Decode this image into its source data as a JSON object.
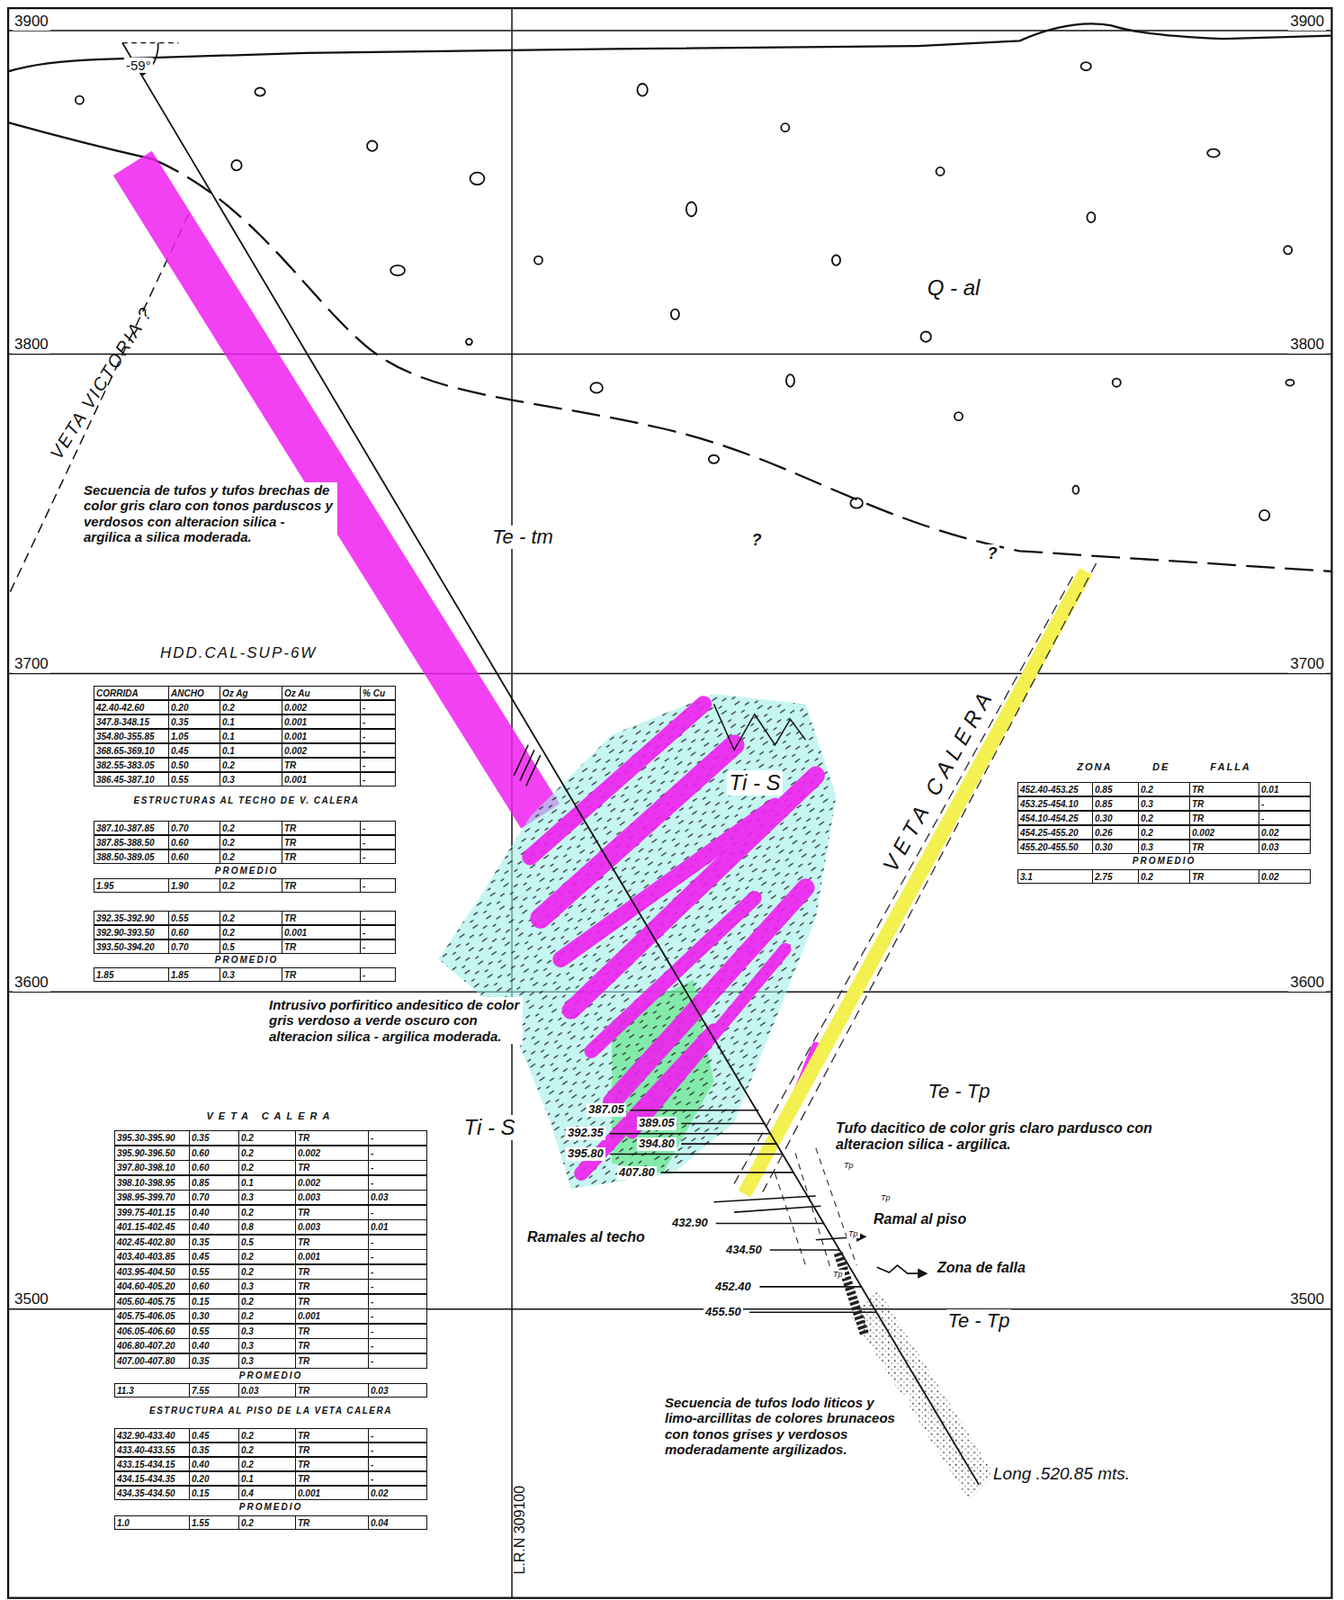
{
  "diagram": {
    "labels": [
      "3900",
      "3900",
      "3800",
      "3800",
      "3700",
      "3700",
      "3600",
      "3600",
      "3500",
      "3500",
      "-59°",
      "VETA VICTORIA ?",
      "Q - al",
      "Te - tm",
      "?",
      "?",
      "Secuencia de tufos y tufos brechas de color gris claro con tonos parduscos y verdosos con alteracion silica - argilica a silica moderada.",
      "HDD.CAL-SUP-6W",
      "CORRIDA",
      "ANCHO",
      "Oz Ag",
      "Oz Au",
      "% Cu",
      "42.40-42.60",
      "0.20",
      "0.2",
      "0.002",
      "-",
      "347.8-348.15",
      "0.35",
      "0.1",
      "0.001",
      "-",
      "354.80-355.85",
      "1.05",
      "0.1",
      "0.001",
      "-",
      "368.65-369.10",
      "0.45",
      "0.1",
      "0.002",
      "-",
      "382.55-383.05",
      "0.50",
      "0.2",
      "TR",
      "-",
      "386.45-387.10",
      "0.55",
      "0.3",
      "0.001",
      "-",
      "ESTRUCTURAS AL TECHO DE V. CALERA",
      "387.10-387.85",
      "0.70",
      "0.2",
      "TR",
      "-",
      "387.85-388.50",
      "0.60",
      "0.2",
      "TR",
      "-",
      "388.50-389.05",
      "0.60",
      "0.2",
      "TR",
      "-",
      "PROMEDIO",
      "1.95",
      "1.90",
      "0.2",
      "TR",
      "-",
      "392.35-392.90",
      "0.55",
      "0.2",
      "TR",
      "-",
      "392.90-393.50",
      "0.60",
      "0.2",
      "0.001",
      "-",
      "393.50-394.20",
      "0.70",
      "0.5",
      "TR",
      "-",
      "PROMEDIO",
      "1.85",
      "1.85",
      "0.3",
      "TR",
      "-",
      "Ti - S",
      "VETA CALERA",
      "ZONA DE FALLA",
      "452.40-453.25",
      "0.85",
      "0.2",
      "TR",
      "0.01",
      "453.25-454.10",
      "0.85",
      "0.3",
      "TR",
      "-",
      "454.10-454.25",
      "0.30",
      "0.2",
      "TR",
      "-",
      "454.25-455.20",
      "0.26",
      "0.2",
      "0.002",
      "0.02",
      "455.20-455.50",
      "0.30",
      "0.3",
      "TR",
      "0.03",
      "PROMEDIO",
      "3.1",
      "2.75",
      "0.2",
      "TR",
      "0.02",
      "Intrusivo porfiritico andesitico de color gris verdoso a verde oscuro con alteracion silica - argilica moderada.",
      "VETA CALERA",
      "395.30-395.90",
      "0.35",
      "0.2",
      "TR",
      "-",
      "395.90-396.50",
      "0.60",
      "0.2",
      "0.002",
      "-",
      "397.80-398.10",
      "0.60",
      "0.2",
      "TR",
      "-",
      "398.10-398.95",
      "0.85",
      "0.1",
      "0.002",
      "-",
      "398.95-399.70",
      "0.70",
      "0.3",
      "0.003",
      "0.03",
      "399.75-401.15",
      "0.40",
      "0.2",
      "TR",
      "-",
      "401.15-402.45",
      "0.40",
      "0.8",
      "0.003",
      "0.01",
      "402.45-402.80",
      "0.35",
      "0.5",
      "TR",
      "-",
      "403.40-403.85",
      "0.45",
      "0.2",
      "0.001",
      "-",
      "403.95-404.50",
      "0.55",
      "0.2",
      "TR",
      "-",
      "404.60-405.20",
      "0.60",
      "0.3",
      "TR",
      "-",
      "405.60-405.75",
      "0.15",
      "0.2",
      "TR",
      "-",
      "405.75-406.05",
      "0.30",
      "0.2",
      "0.001",
      "-",
      "406.05-406.60",
      "0.55",
      "0.3",
      "TR",
      "-",
      "406.80-407.20",
      "0.40",
      "0.3",
      "TR",
      "-",
      "407.00-407.80",
      "0.35",
      "0.3",
      "TR",
      "-",
      "PROMEDIO",
      "11.3",
      "7.55",
      "0.03",
      "TR",
      "0.03",
      "ESTRUCTURA AL PISO DE LA VETA CALERA",
      "432.90-433.40",
      "0.45",
      "0.2",
      "TR",
      "-",
      "433.40-433.55",
      "0.35",
      "0.2",
      "TR",
      "-",
      "433.15-434.15",
      "0.40",
      "0.2",
      "TR",
      "-",
      "434.15-434.35",
      "0.20",
      "0.1",
      "TR",
      "-",
      "434.35-434.50",
      "0.15",
      "0.4",
      "0.001",
      "0.02",
      "PROMEDIO",
      "1.0",
      "1.55",
      "0.2",
      "TR",
      "0.04",
      "Ti - S",
      "Te - Tp",
      "Tufo dacitico de color gris claro pardusco con alteracion silica - argilica.",
      "387.05",
      "389.05",
      "392.35",
      "394.80",
      "395.80",
      "407.80",
      "432.90",
      "434.50",
      "452.40",
      "455.50",
      "Ramales al techo",
      "Ramal al piso",
      "Zona de falla",
      "Te - Tp",
      "Secuencia de tufos lodo liticos y limo-arcillitas de colores brunaceos con tonos grises y verdosos moderadamente argilizados.",
      "Long .520.85 mts.",
      "L.R.N 309100",
      "Tp",
      "Tp",
      "Tp",
      "Tp"
    ]
  }
}
